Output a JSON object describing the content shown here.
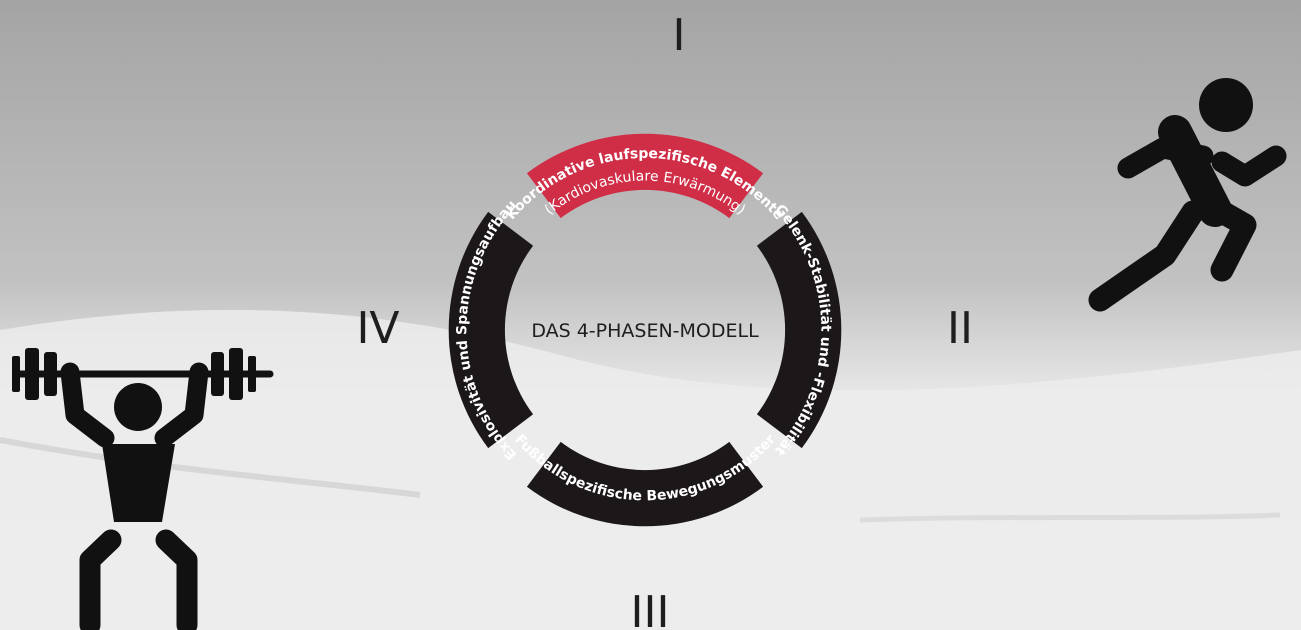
{
  "diagram": {
    "center_title": "DAS 4-PHASEN-MODELL",
    "phases": [
      {
        "numeral": "I",
        "title": "Koordinative laufspezifische Elemente",
        "subtitle": "(Kardiovaskulare Erwärmung)",
        "color": "#cf2e46"
      },
      {
        "numeral": "II",
        "title": "Gelenk-Stabilität und -Flexibilität",
        "color": "#1c1718"
      },
      {
        "numeral": "III",
        "title": "Fußballspezifische Bewegungsmuster",
        "color": "#1c1718"
      },
      {
        "numeral": "IV",
        "title": "Explosivität und Spannungsaufbau",
        "color": "#1c1718"
      }
    ]
  },
  "icons": {
    "runner": "runner-icon",
    "weightlifter": "weightlifter-icon"
  },
  "colors": {
    "background_top": "#a9a9a9",
    "background_bottom": "#efefef",
    "ring_dark": "#1c1718",
    "ring_accent": "#cf2e46",
    "icon": "#111111"
  }
}
